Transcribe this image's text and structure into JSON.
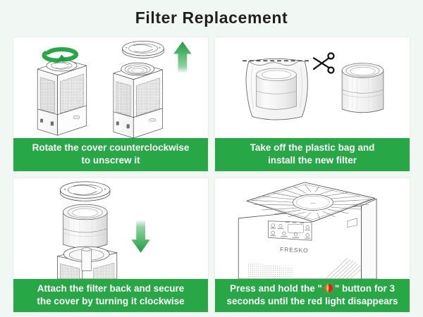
{
  "page": {
    "title": "Filter Replacement",
    "background_color": "#f1f7f3",
    "accent_green": "#27a745",
    "caption_text_color": "#ffffff",
    "title_color": "#231f20",
    "reset_icon_color": "#e8201c"
  },
  "panels": [
    {
      "id": "step-1",
      "caption_line1": "Rotate the cover counterclockwise",
      "caption_line2": "to unscrew it",
      "illustration": {
        "name": "air-purifier-rotate-cover",
        "elements": [
          "air-purifier-unit-closed",
          "rotation-arrow-counterclockwise",
          "air-purifier-unit-open",
          "lid-removed",
          "up-arrow"
        ]
      }
    },
    {
      "id": "step-2",
      "caption_line1": "Take off the plastic bag and",
      "caption_line2": "install the new filter",
      "illustration": {
        "name": "filter-unwrap",
        "elements": [
          "filter-in-plastic-bag",
          "dashed-cut-line",
          "scissors-icon",
          "filter-cylinder"
        ]
      }
    },
    {
      "id": "step-3",
      "caption_line1": "Attach the filter back and secure",
      "caption_line2": "the cover by turning it clockwise",
      "illustration": {
        "name": "filter-reinstall-exploded",
        "elements": [
          "lid-cover",
          "filter-cylinder",
          "down-arrow",
          "air-purifier-base"
        ]
      }
    },
    {
      "id": "step-4",
      "caption_prefix": "Press and hold the \"",
      "caption_icon": "filter-reset-icon",
      "caption_suffix": "\" button for 3",
      "caption_line2": "seconds until the red light disappears",
      "illustration": {
        "name": "air-purifier-control-panel",
        "brand_label": "FRESKO",
        "elements": [
          "air-purifier-top-grille",
          "control-panel",
          "brand-logo",
          "side-vents"
        ]
      }
    }
  ]
}
